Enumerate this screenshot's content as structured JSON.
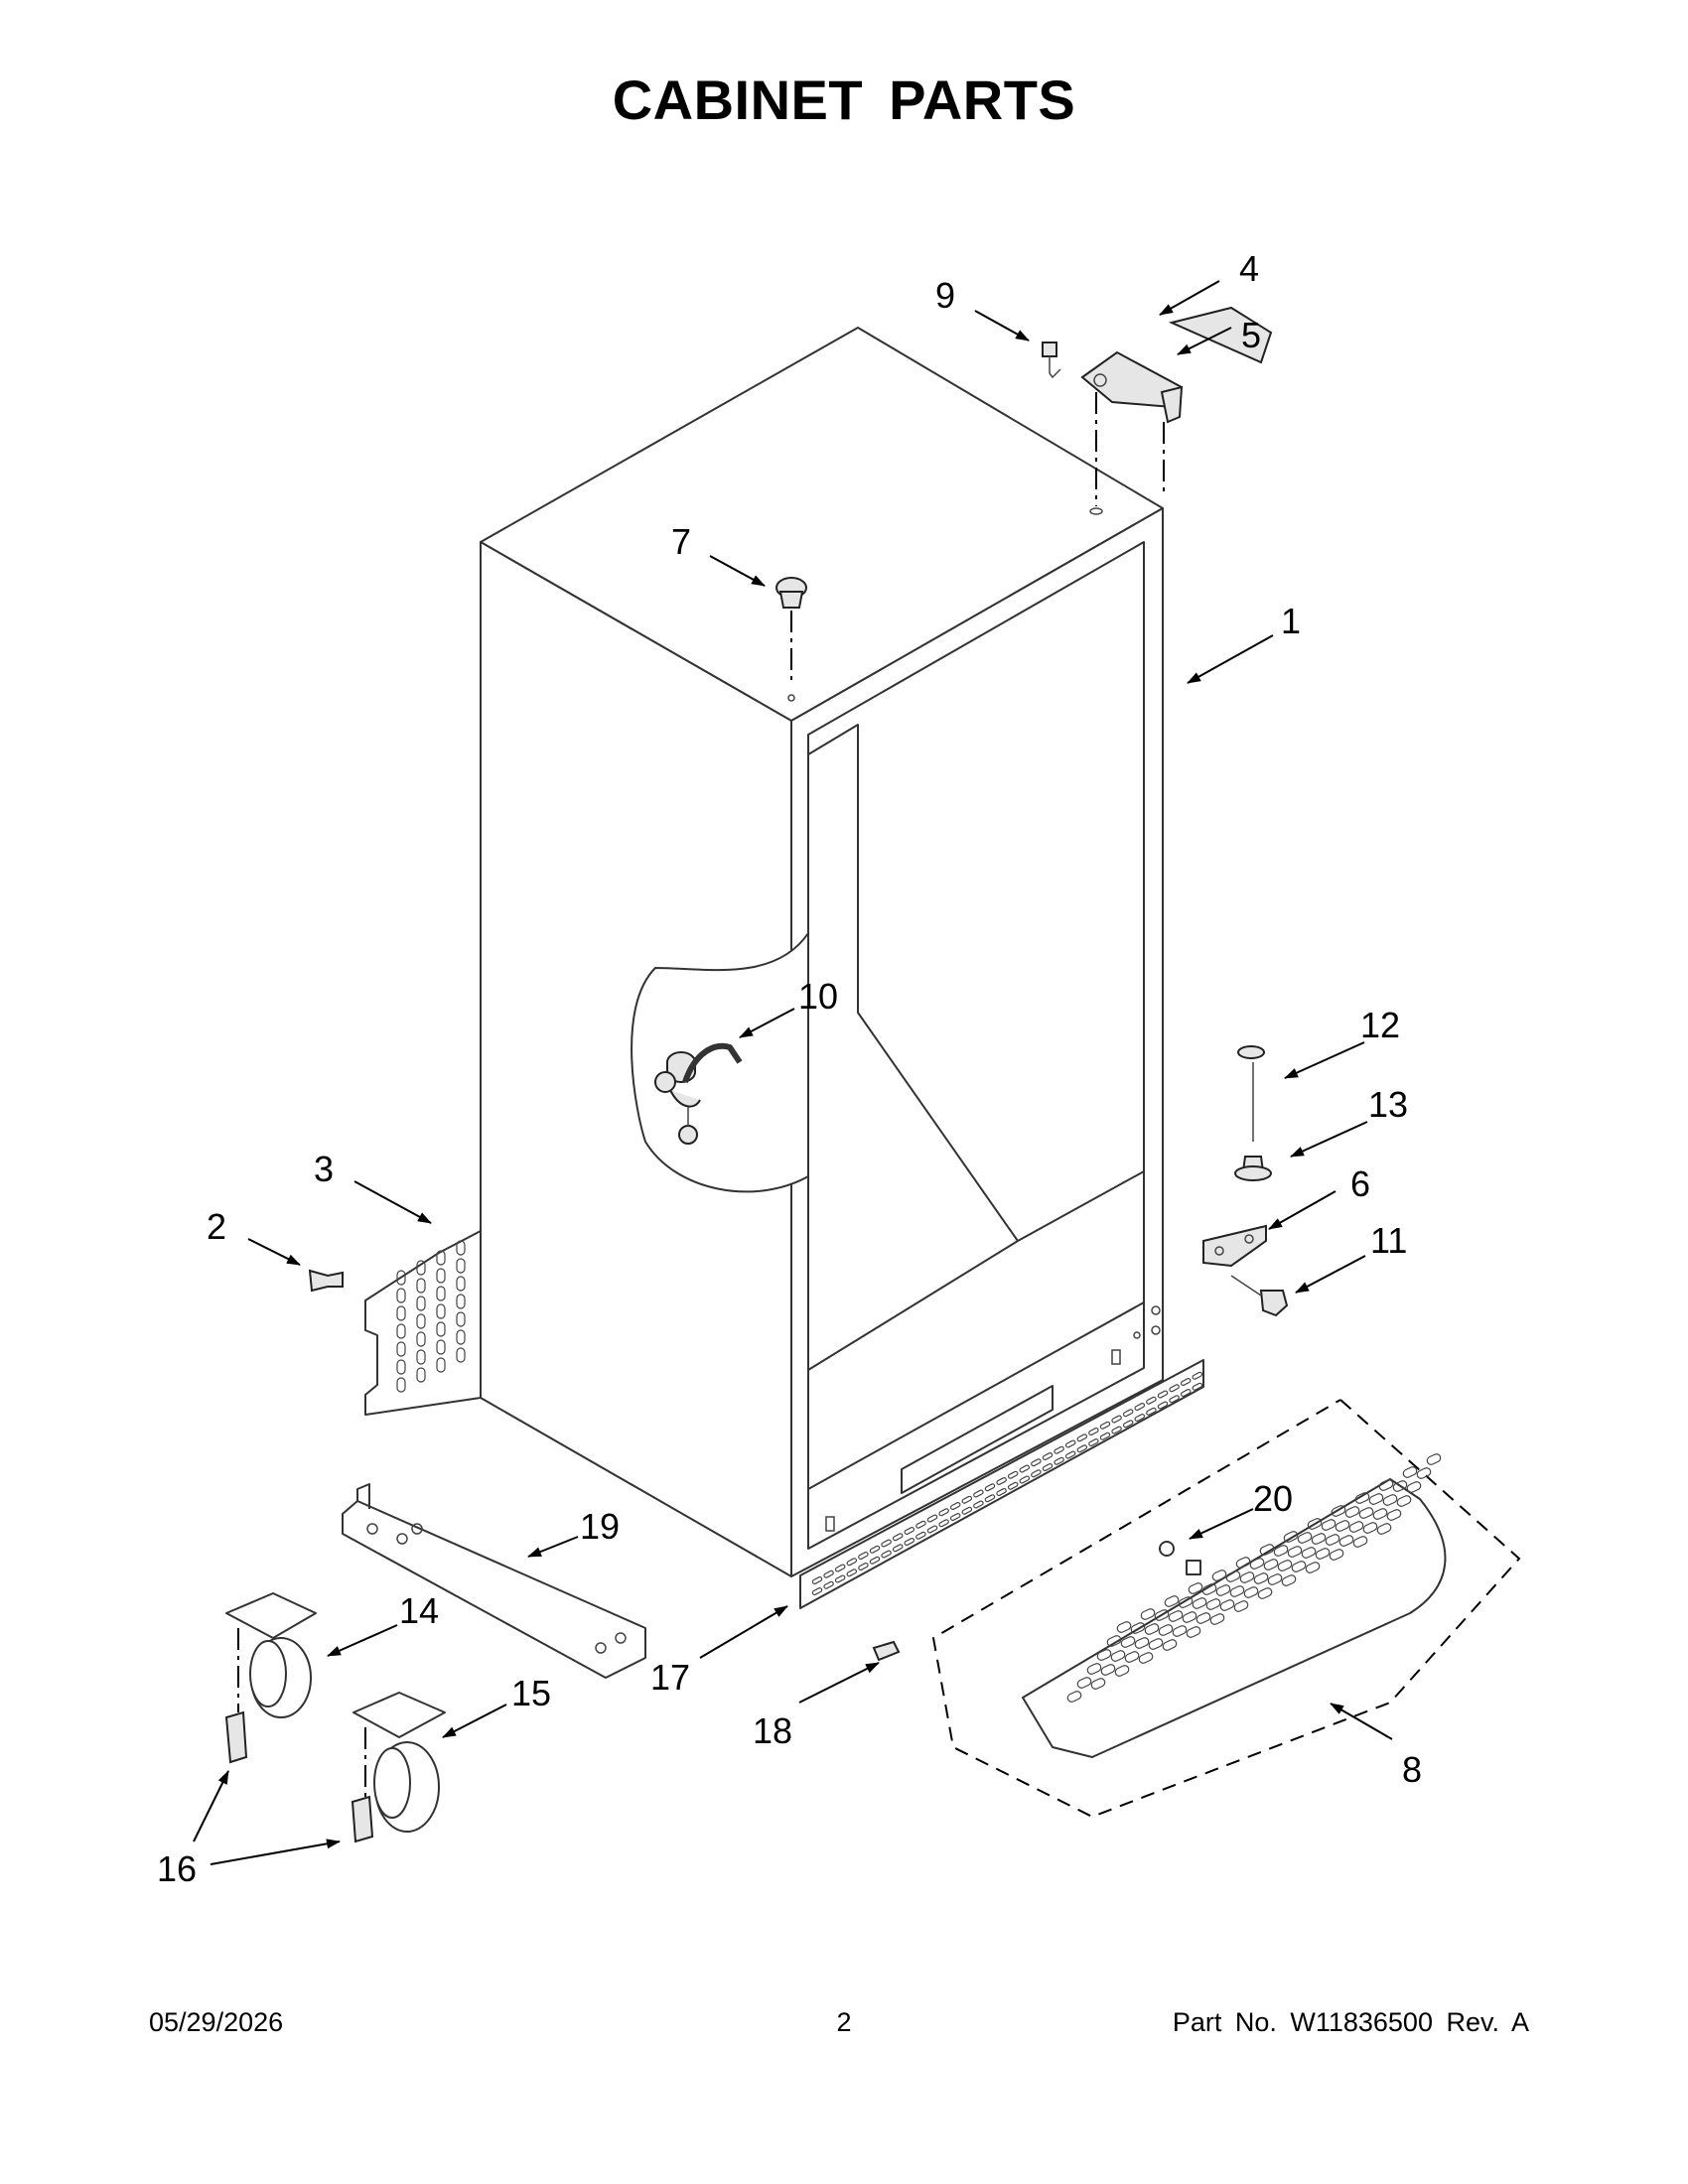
{
  "header": {
    "title": "CABINET PARTS"
  },
  "footer": {
    "date": "05/29/2026",
    "page": "2",
    "part_number": "Part No.  W11836500  Rev.  A"
  },
  "callouts": [
    "1",
    "2",
    "3",
    "4",
    "5",
    "6",
    "7",
    "8",
    "9",
    "10",
    "11",
    "12",
    "13",
    "14",
    "15",
    "16",
    "17",
    "18",
    "19",
    "20"
  ]
}
